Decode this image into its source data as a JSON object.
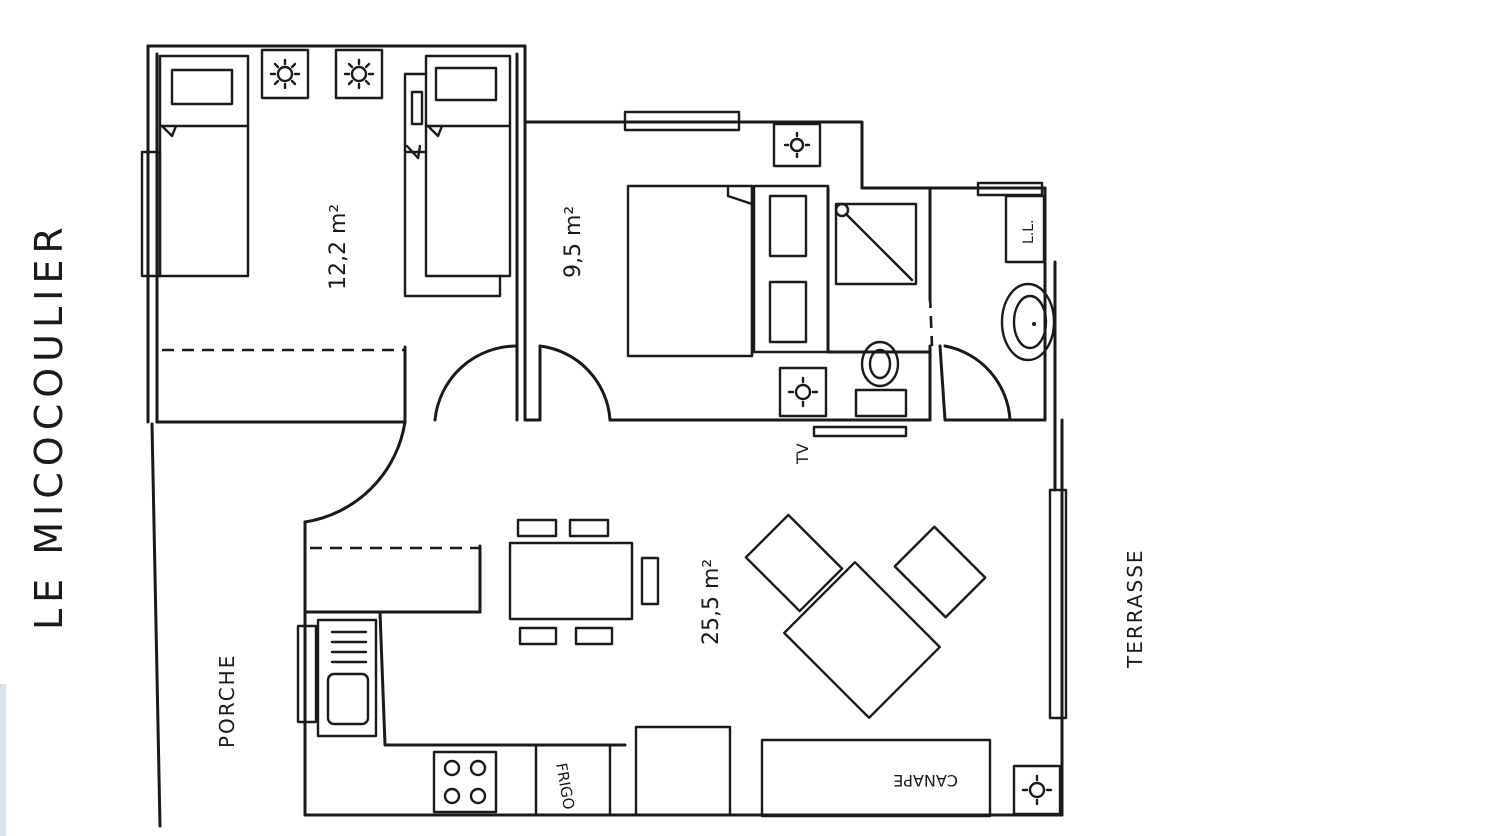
{
  "title": "LE MICOCOULIER",
  "labels": {
    "bedroom_left_area": "12,2 m²",
    "bedroom_right_area": "9,5 m²",
    "living_area": "25,5 m²",
    "porch": "PORCHE",
    "terrace": "TERRASSE",
    "tv": "TV",
    "fridge": "FRIGO",
    "sofa": "CANAPE",
    "washing_machine": "L.L."
  },
  "icons": [
    "radiator-icon",
    "shower-icon",
    "toilet-icon",
    "washbasin-icon",
    "hob-icon",
    "sink-icon"
  ],
  "colors": {
    "ink": "#1a1a1a",
    "paper": "#ffffff"
  }
}
